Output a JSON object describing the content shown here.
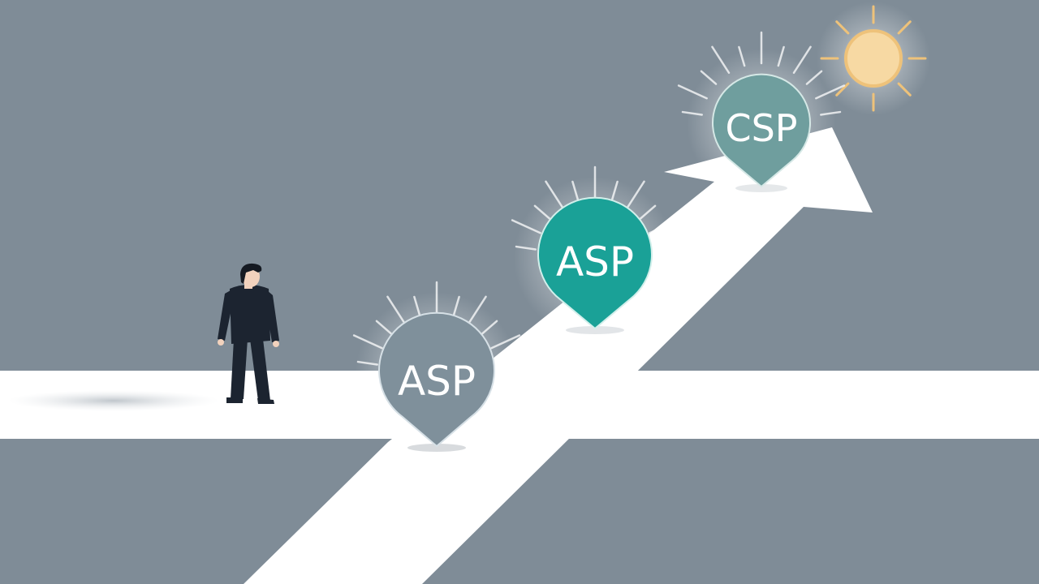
{
  "scene": {
    "background_color": "#7f8c97",
    "path_color": "#ffffff",
    "sun_color": "#f7d9a3",
    "sun_ray_color": "#eec27a",
    "person_suit_color": "#1c2430",
    "person_hair_color": "#151a22"
  },
  "badges": [
    {
      "label": "ASP",
      "fill": "#7f909b",
      "stroke": "#d6e0e6"
    },
    {
      "label": "ASP",
      "fill": "#1aa197",
      "stroke": "#d2efeb"
    },
    {
      "label": "CSP",
      "fill": "#6f9e9e",
      "stroke": "#d5e8e6"
    }
  ]
}
